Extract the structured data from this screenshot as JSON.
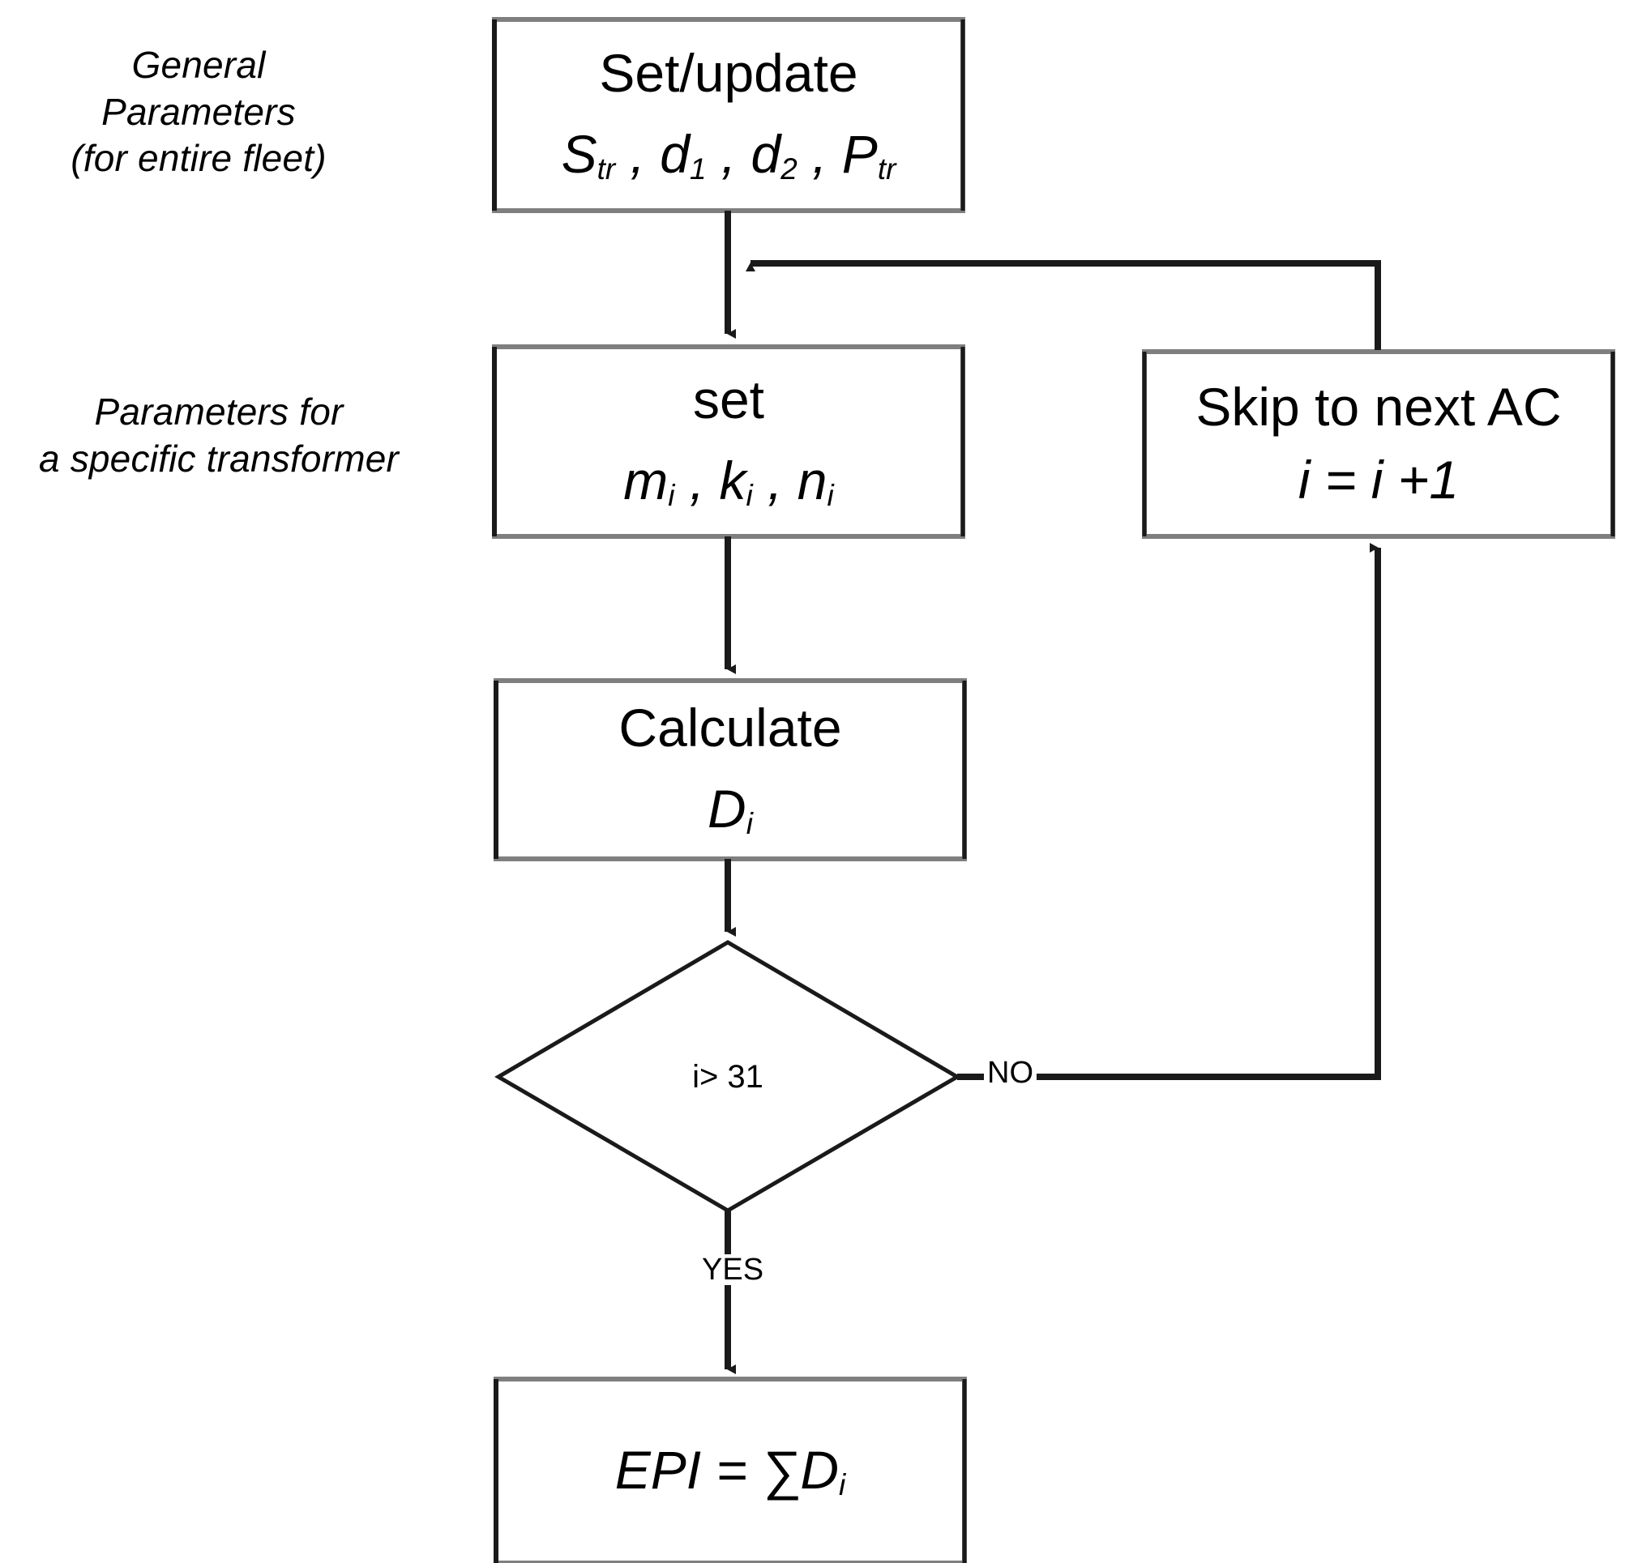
{
  "diagram": {
    "title": "EPI calculation flowchart",
    "colors": {
      "stroke_dark": "#1a1a1a",
      "stroke_gray": "#7f7f7f",
      "background": "#ffffff",
      "text": "#000000"
    },
    "annotations": [
      {
        "id": "general-parameters-note",
        "lines": [
          "General",
          "Parameters",
          "(for entire fleet)"
        ]
      },
      {
        "id": "specific-transformer-note",
        "lines": [
          "Parameters for",
          "a specific transformer"
        ]
      }
    ],
    "nodes": [
      {
        "id": "set-update",
        "shape": "rectangle",
        "line1": "Set/update",
        "line2_parts": [
          {
            "base": "S",
            "sub": "tr"
          },
          {
            "sep": " , "
          },
          {
            "base": "d",
            "sub": "1"
          },
          {
            "sep": " , "
          },
          {
            "base": "d",
            "sub": "2"
          },
          {
            "sep": " , "
          },
          {
            "base": "P",
            "sub": "tr"
          }
        ],
        "line2_plain": "S_tr , d_1 , d_2 , P_tr"
      },
      {
        "id": "set-params",
        "shape": "rectangle",
        "line1": "set",
        "line2_parts": [
          {
            "base": "m",
            "sub": "i"
          },
          {
            "sep": " , "
          },
          {
            "base": "k",
            "sub": "i"
          },
          {
            "sep": " , "
          },
          {
            "base": "n",
            "sub": "i"
          }
        ],
        "line2_plain": "m_i , k_i , n_i"
      },
      {
        "id": "skip-to-next-ac",
        "shape": "rectangle",
        "line1": "Skip to next AC",
        "line2_plain": "i = i +1"
      },
      {
        "id": "calculate",
        "shape": "rectangle",
        "line1": "Calculate",
        "line2_parts": [
          {
            "base": "D",
            "sub": "i"
          }
        ],
        "line2_plain": "D_i"
      },
      {
        "id": "decision",
        "shape": "diamond",
        "line1": "i> 31"
      },
      {
        "id": "epi-result",
        "shape": "rectangle",
        "line1_parts": [
          {
            "base": "EPI = ∑D",
            "sub": "i"
          }
        ],
        "line1_plain": "EPI = ∑D_i"
      }
    ],
    "edges": [
      {
        "id": "set-update-to-set",
        "from": "set-update",
        "to": "set-params",
        "label": ""
      },
      {
        "id": "set-to-calculate",
        "from": "set-params",
        "to": "calculate",
        "label": ""
      },
      {
        "id": "calculate-to-decision",
        "from": "calculate",
        "to": "decision",
        "label": ""
      },
      {
        "id": "decision-no-to-skip",
        "from": "decision",
        "to": "skip-to-next-ac",
        "label": "NO"
      },
      {
        "id": "skip-to-loop-back",
        "from": "skip-to-next-ac",
        "to": "set-params",
        "label": ""
      },
      {
        "id": "decision-yes-to-epi",
        "from": "decision",
        "to": "epi-result",
        "label": "YES"
      }
    ]
  }
}
